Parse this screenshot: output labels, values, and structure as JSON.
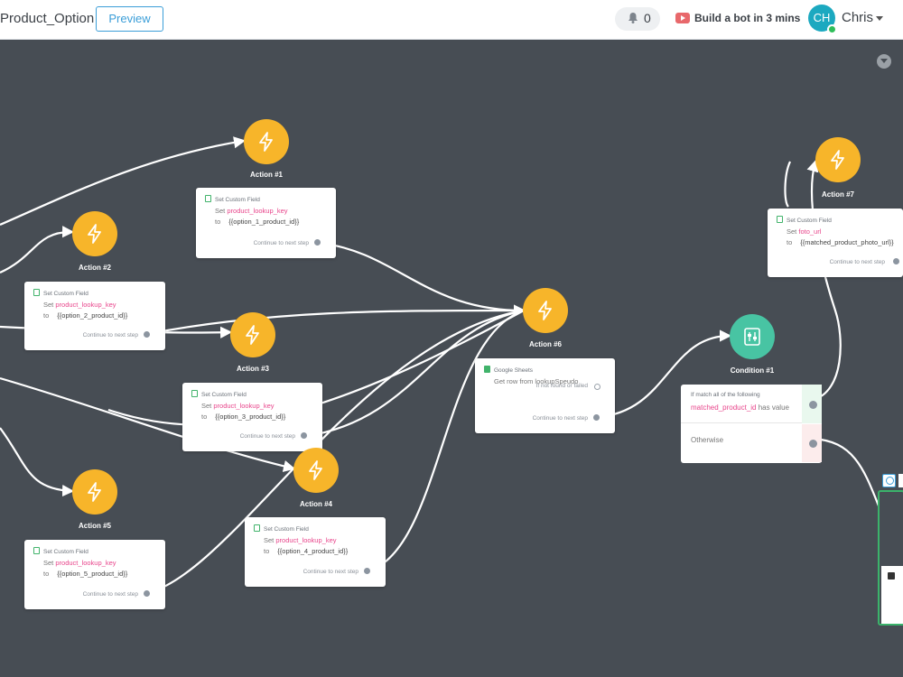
{
  "header": {
    "flow_name": "Product_Option",
    "preview_label": "Preview",
    "notification_count": "0",
    "build_bot_label": "Build a bot in 3 mins",
    "avatar_initials": "CH",
    "user_name": "Chris"
  },
  "colors": {
    "action_node": "#f7b52a",
    "condition_node": "#48c4a3",
    "canvas_bg": "#474d54",
    "field_key": "#e8458b",
    "accent": "#3b9ed8"
  },
  "icons": {
    "action": "lightning-bolt-icon",
    "condition": "filter-sliders-icon",
    "sheet": "document-icon",
    "youtube": "play-icon",
    "bell": "bell-icon",
    "scroll": "arrow-down-circle-icon"
  },
  "actions": {
    "a1": {
      "title": "Action #1",
      "card_head": "Set Custom Field",
      "set_label": "Set",
      "key": "product_lookup_key",
      "to_label": "to",
      "value": "{{option_1_product_id}}",
      "continue": "Continue to next step"
    },
    "a2": {
      "title": "Action #2",
      "card_head": "Set Custom Field",
      "set_label": "Set",
      "key": "product_lookup_key",
      "to_label": "to",
      "value": "{{option_2_product_id}}",
      "continue": "Continue to next step"
    },
    "a3": {
      "title": "Action #3",
      "card_head": "Set Custom Field",
      "set_label": "Set",
      "key": "product_lookup_key",
      "to_label": "to",
      "value": "{{option_3_product_id}}",
      "continue": "Continue to next step"
    },
    "a4": {
      "title": "Action #4",
      "card_head": "Set Custom Field",
      "set_label": "Set",
      "key": "product_lookup_key",
      "to_label": "to",
      "value": "{{option_4_product_id}}",
      "continue": "Continue to next step"
    },
    "a5": {
      "title": "Action #5",
      "card_head": "Set Custom Field",
      "set_label": "Set",
      "key": "product_lookup_key",
      "to_label": "to",
      "value": "{{option_5_product_id}}",
      "continue": "Continue to next step"
    },
    "a6": {
      "title": "Action #6",
      "card_head": "Google Sheets",
      "line1": "Get row from lookupSpeudo",
      "not_found": "If not found or failed",
      "continue": "Continue to next step"
    },
    "a7": {
      "title": "Action #7",
      "card_head": "Set Custom Field",
      "set_label": "Set",
      "key": "foto_url",
      "to_label": "to",
      "value": "{{matched_product_photo_url}}",
      "continue": "Continue to next step"
    }
  },
  "condition": {
    "title": "Condition #1",
    "rule_intro": "If match all of the following",
    "field": "matched_product_id",
    "operator": "has value",
    "otherwise": "Otherwise"
  }
}
